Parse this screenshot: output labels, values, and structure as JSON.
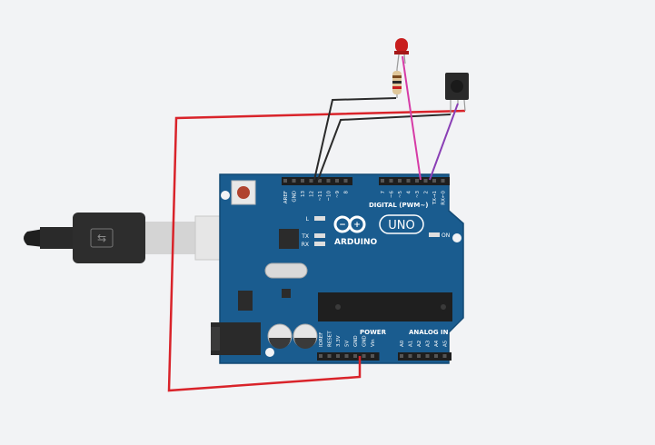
{
  "board": {
    "brand": "ARDUINO",
    "model": "UNO",
    "digital_header_label": "DIGITAL (PWM~)",
    "power_header_label": "POWER",
    "analog_header_label": "ANALOG IN",
    "led_l_label": "L",
    "led_tx_label": "TX",
    "led_rx_label": "RX",
    "on_label": "ON",
    "digital_pins_left": [
      "AREF",
      "GND",
      "13",
      "12",
      "~11",
      "~10",
      "~9",
      "8"
    ],
    "digital_pins_right": [
      "7",
      "~6",
      "~5",
      "4",
      "~3",
      "2",
      "TX→1",
      "RX←0"
    ],
    "power_pins": [
      "IOREF",
      "RESET",
      "3.3V",
      "5V",
      "GND",
      "GND",
      "Vin"
    ],
    "analog_pins": [
      "A0",
      "A1",
      "A2",
      "A3",
      "A4",
      "A5"
    ]
  },
  "components": {
    "led": "red-led",
    "resistor": "resistor",
    "ir_receiver": "ir-receiver",
    "usb_cable": "usb-cable"
  },
  "wire_colors": {
    "power": "#d9232a",
    "ground": "#2b2b2b",
    "signal_led": "#d63ba6",
    "signal_ir": "#8a3fb5"
  }
}
